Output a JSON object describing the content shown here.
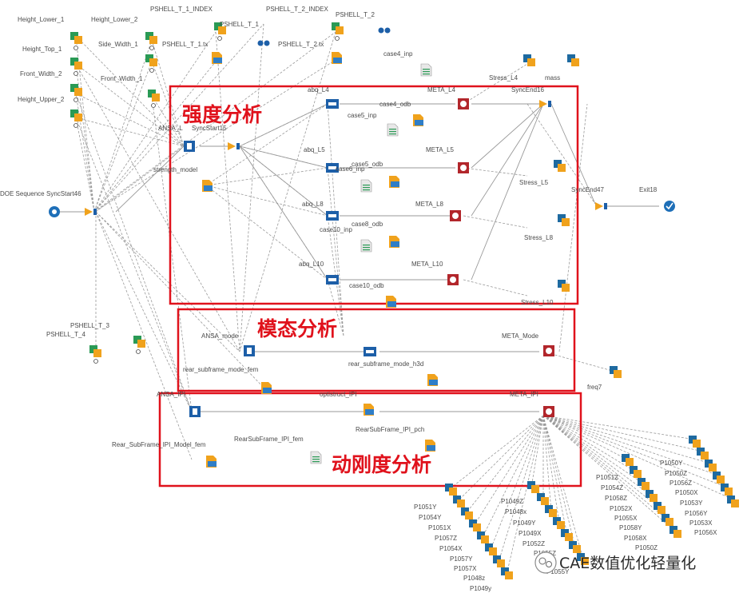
{
  "labels": {
    "height_lower_1": "Height_Lower_1",
    "height_lower_2": "Height_Lower_2",
    "pshell_t_1_index": "PSHELL_T_1_INDEX",
    "pshell_t_2_index": "PSHELL_T_2_INDEX",
    "pshell_t_1": "PSHELL_T_1",
    "pshell_t_2": "PSHELL_T_2",
    "height_top_1": "Height_Top_1",
    "side_width_1": "Side_Width_1",
    "pshell_t_1_tx": "PSHELL_T_1.tx",
    "pshell_t_2_tx": "PSHELL_T_2.tx",
    "case4_inp": "case4_inp",
    "front_width_2": "Front_Width_2",
    "front_width_1": "Front_Width_1",
    "height_upper_2": "Height_Upper_2",
    "stress_l4": "Stress_L4",
    "mass": "mass",
    "abq_l4": "abq_L4",
    "meta_l4": "META_L4",
    "syncend16": "SyncEnd16",
    "case4_odb": "case4_odb",
    "ansa_l": "ANSA_L",
    "syncstart15": "SyncStart15",
    "case5_inp": "case5_inp",
    "abq_l5": "abq_L5",
    "meta_l5": "META_L5",
    "case5_odb": "case5_odb",
    "case6_inp": "case6_inp",
    "strength_model": "strength_model",
    "stress_l5": "Stress_L5",
    "doe_sequence": "DOE Sequence",
    "syncstart46": "SyncStart46",
    "abq_l8": "abq_L8",
    "meta_l8": "META_L8",
    "syncend47": "SyncEnd47",
    "exit18": "Exit18",
    "case8_odb": "case8_odb",
    "case10_inp": "case10_inp",
    "stress_l8": "Stress_L8",
    "abq_l10": "abq_L10",
    "meta_l10": "META_L10",
    "case10_odb": "case10_odb",
    "stress_l10": "Stress_L10",
    "pshell_t_3": "PSHELL_T_3",
    "pshell_t_4": "PSHELL_T_4",
    "ansa_mode": "ANSA_mode",
    "meta_mode": "META_Mode",
    "rear_subframe_mode_fem": "rear_subframe_mode_fem",
    "rear_subframe_mode_h3d": "rear_subframe_mode_h3d",
    "freq7": "freq7",
    "ansa_ipi": "ANSA_IPI",
    "optistruct_ipi": "optistruct_IPI",
    "meta_ipi": "META_IPI",
    "rearsubframe_ipi_pch": "RearSubFrame_IPI_pch",
    "rear_subframe_ipi_model_fem": "Rear_SubFrame_IPI_Model_fem",
    "rearsubframe_ipi_fem": "RearSubFrame_IPI_fem"
  },
  "output_groups": {
    "g1": [
      "P1051Y",
      "P1054Y",
      "P1051X",
      "P1057Z",
      "P1054X",
      "P1057Y",
      "P1057X",
      "P1048z",
      "P1049y"
    ],
    "g2": [
      "P1049Z",
      "P1048x",
      "P1049Y",
      "P1049X",
      "P1052Z",
      "P1055Z",
      "P1055Y"
    ],
    "g3": [
      "P1051Z",
      "P1054Z",
      "P1058Z",
      "P1052X",
      "P1055X",
      "P1058Y",
      "P1058X",
      "P1050Z"
    ],
    "g4": [
      "P1050Y",
      "P1050Z",
      "P1056Z",
      "P1050X",
      "P1053Y",
      "P1056Y",
      "P1053X",
      "P1056X"
    ]
  },
  "sections": {
    "strength": "强度分析",
    "modal": "模态分析",
    "dynamic": "动刚度分析"
  },
  "watermark": "CAE数值优化轻量化",
  "colors": {
    "highlight": "#e0121c",
    "param": "#f0a21c",
    "param_bg": "#2a9a55",
    "blue": "#1d5fa8",
    "abaqus": "#1d5fa8",
    "meta": "#b2262b",
    "output": "#1e6aa0",
    "exit": "#1e6fb8",
    "edge": "#8a8a8a"
  }
}
